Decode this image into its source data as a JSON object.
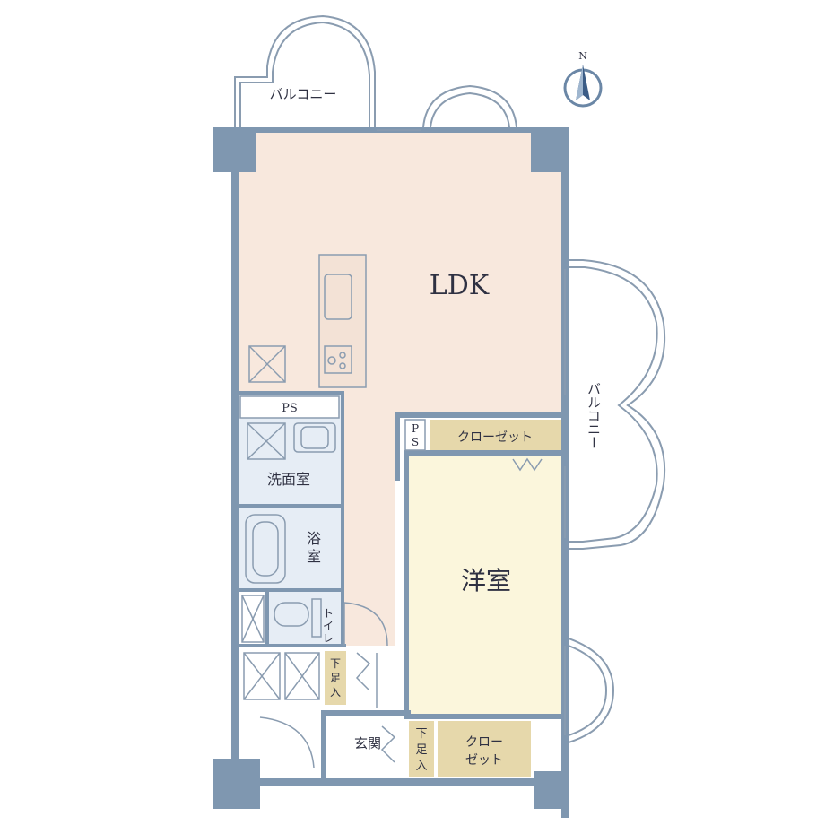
{
  "rooms": {
    "ldk": "LDK",
    "western": "洋室",
    "washroom": "洗面室",
    "bath_1": "浴",
    "bath_2": "室",
    "toilet_1": "ト",
    "toilet_2": "イ",
    "toilet_3": "レ",
    "entrance": "玄関",
    "ps_top": "PS",
    "ps_side_1": "P",
    "ps_side_2": "S",
    "closet_mid": "クローゼット",
    "closet_bottom_1": "クロー",
    "closet_bottom_2": "ゼット",
    "shoe_left_1": "下",
    "shoe_left_2": "足",
    "shoe_left_3": "入",
    "shoe_right_1": "下",
    "shoe_right_2": "足",
    "shoe_right_3": "入"
  },
  "balconies": {
    "top": "バルコニー",
    "right": "バルコニー"
  },
  "compass": {
    "north": "N"
  },
  "colors": {
    "wall": "#7f97b0",
    "ldk_floor": "#f8e8dd",
    "western_floor": "#fbf6dc",
    "wet_floor": "#e6edf5",
    "closet_floor": "#e6d8ab",
    "line": "#8a9cb0",
    "text": "#2f3142"
  }
}
